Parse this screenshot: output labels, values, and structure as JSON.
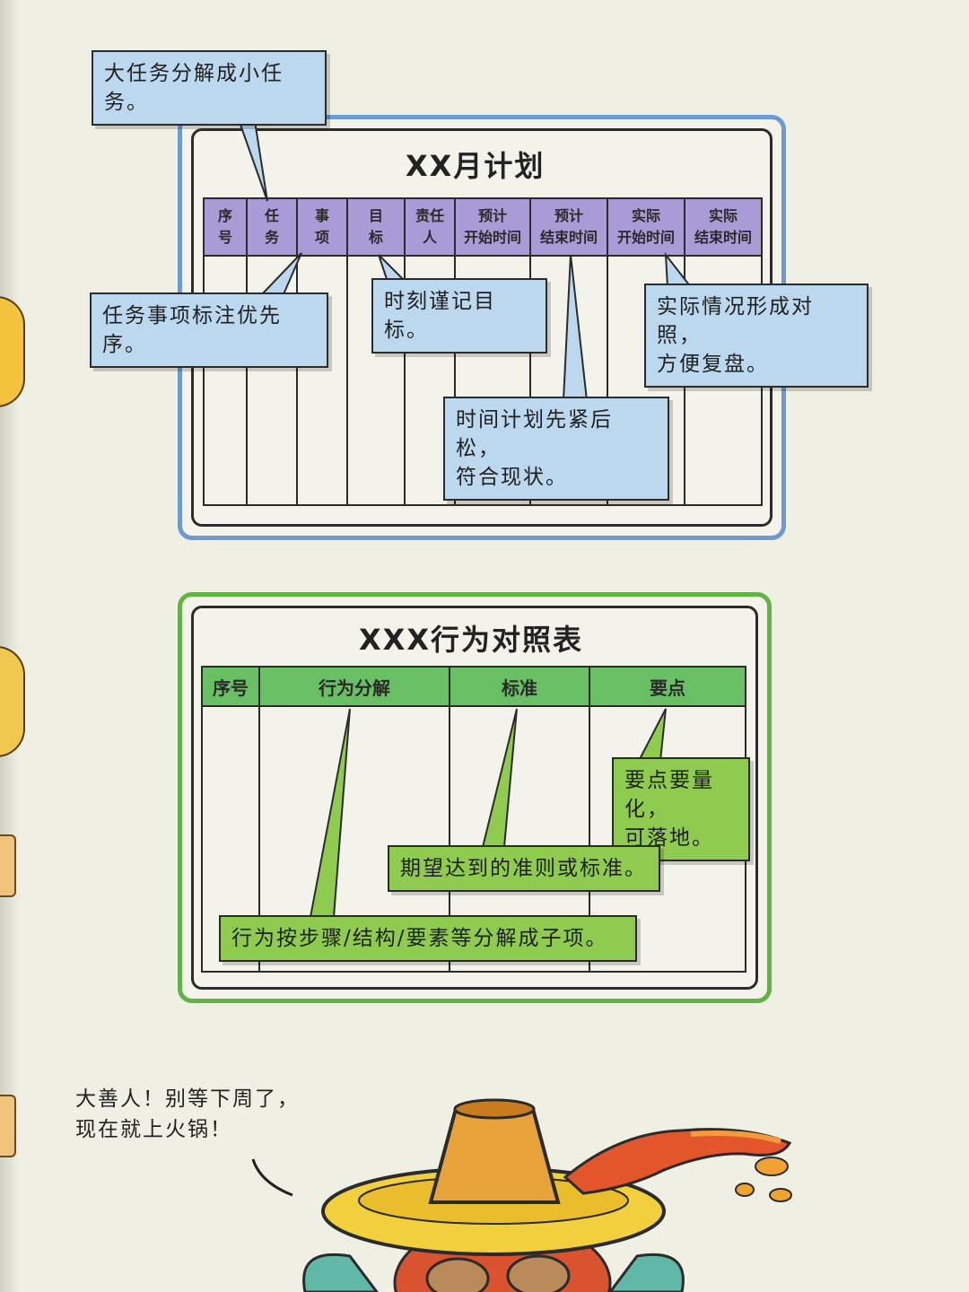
{
  "callouts": {
    "decompose": "大任务分解成小任务。",
    "priority": "任务事项标注优先序。",
    "goal": "时刻谨记目标。",
    "timeline_line1": "时间计划先紧后松，",
    "timeline_line2": "符合现状。",
    "compare_line1": "实际情况形成对照，",
    "compare_line2": "方便复盘。",
    "quantify_line1": "要点要量化，",
    "quantify_line2": "可落地。",
    "standard": "期望达到的准则或标准。",
    "breakdown": "行为按步骤/结构/要素等分解成子项。"
  },
  "monthly_plan": {
    "title": "XX月计划",
    "headers": [
      {
        "l1": "序",
        "l2": "号"
      },
      {
        "l1": "任",
        "l2": "务"
      },
      {
        "l1": "事",
        "l2": "项"
      },
      {
        "l1": "目",
        "l2": "标"
      },
      {
        "l1": "责任",
        "l2": "人"
      },
      {
        "l1": "预计",
        "l2": "开始时间"
      },
      {
        "l1": "预计",
        "l2": "结束时间"
      },
      {
        "l1": "实际",
        "l2": "开始时间"
      },
      {
        "l1": "实际",
        "l2": "结束时间"
      }
    ]
  },
  "behavior_table": {
    "title": "XXX行为对照表",
    "headers": [
      "序号",
      "行为分解",
      "标准",
      "要点"
    ]
  },
  "speech": {
    "line1": "大善人！别等下周了，",
    "line2": "现在就上火锅！"
  },
  "colors": {
    "blue_frame": "#6e9ad2",
    "purple_header": "#a99bd6",
    "blue_callout": "#bcd8ee",
    "green_frame": "#5fb443",
    "green_header": "#69bf63",
    "green_callout": "#8fcb4f"
  }
}
